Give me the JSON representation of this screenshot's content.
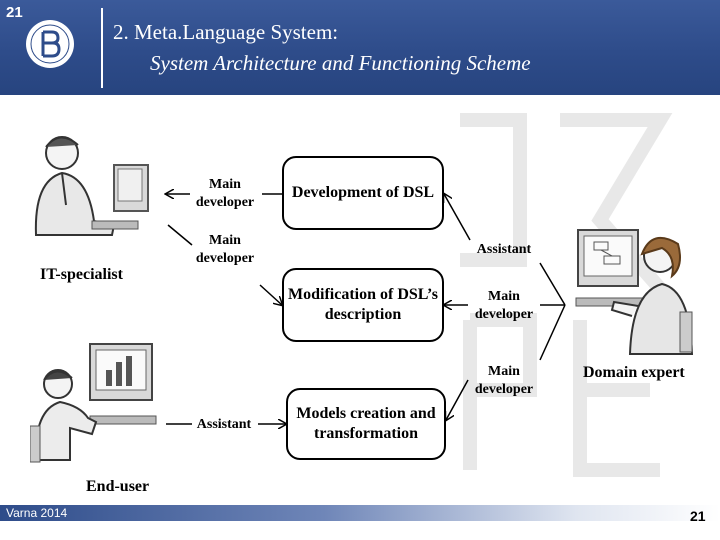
{
  "header": {
    "slide_number": "21",
    "title_line1": "2.   Meta.Language System:",
    "title_line2": "System Architecture and Functioning Scheme"
  },
  "diagram": {
    "boxes": {
      "dsl_development": "Development of DSL",
      "dsl_modification": "Modification of DSL’s description",
      "models": "Models creation and transformation"
    },
    "labels": {
      "it_main_1": "Main developer",
      "it_main_2": "Main developer",
      "enduser_assistant": "Assistant",
      "expert_assistant": "Assistant",
      "expert_main_1": "Main developer",
      "expert_main_2": "Main developer"
    },
    "actors": {
      "it_specialist": "IT-specialist",
      "end_user": "End-user",
      "domain_expert": "Domain expert"
    }
  },
  "footer": {
    "event": "Varna 2014",
    "page": "21"
  },
  "colors": {
    "header": "#2e4c8a",
    "accent": "#ffffff"
  }
}
